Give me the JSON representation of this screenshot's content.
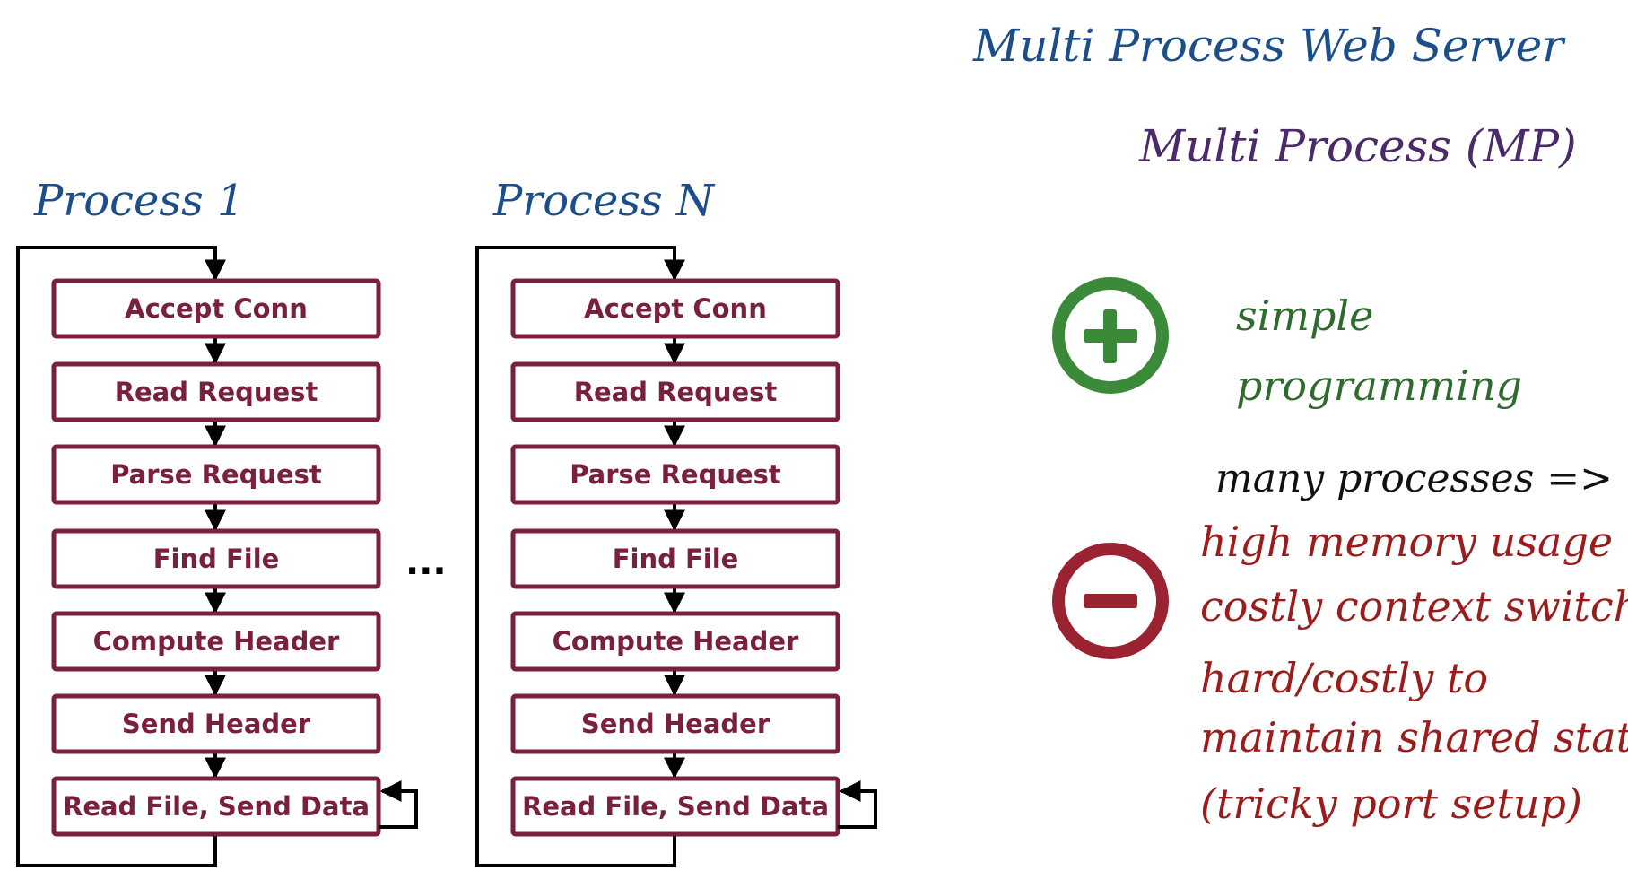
{
  "title": "Multi Process Web Server",
  "subtitle": "Multi Process (MP)",
  "ellipsis": "...",
  "steps": [
    "Accept Conn",
    "Read Request",
    "Parse Request",
    "Find File",
    "Compute  Header",
    "Send Header",
    "Read File, Send Data"
  ],
  "processes": [
    {
      "label": "Process 1"
    },
    {
      "label": "Process N"
    }
  ],
  "pros": {
    "symbol": "+",
    "lines": [
      "simple",
      "programming"
    ]
  },
  "cons": {
    "symbol": "-",
    "intro": "many processes =>",
    "lines": [
      "high memory usage",
      "costly context switch",
      "hard/costly to",
      "maintain shared state",
      "(tricky port setup)"
    ]
  },
  "colors": {
    "title_blue": "#1d4e8c",
    "subtitle_purple": "#4a2a6a",
    "box_border": "#7a1f3d",
    "box_text": "#7a1f3d",
    "line": "#000000",
    "plus_green": "#3a8a3a",
    "pros_text": "#2f6b2f",
    "minus_red": "#9b2230",
    "cons_text": "#9b1c1c",
    "intro_text": "#111111"
  }
}
